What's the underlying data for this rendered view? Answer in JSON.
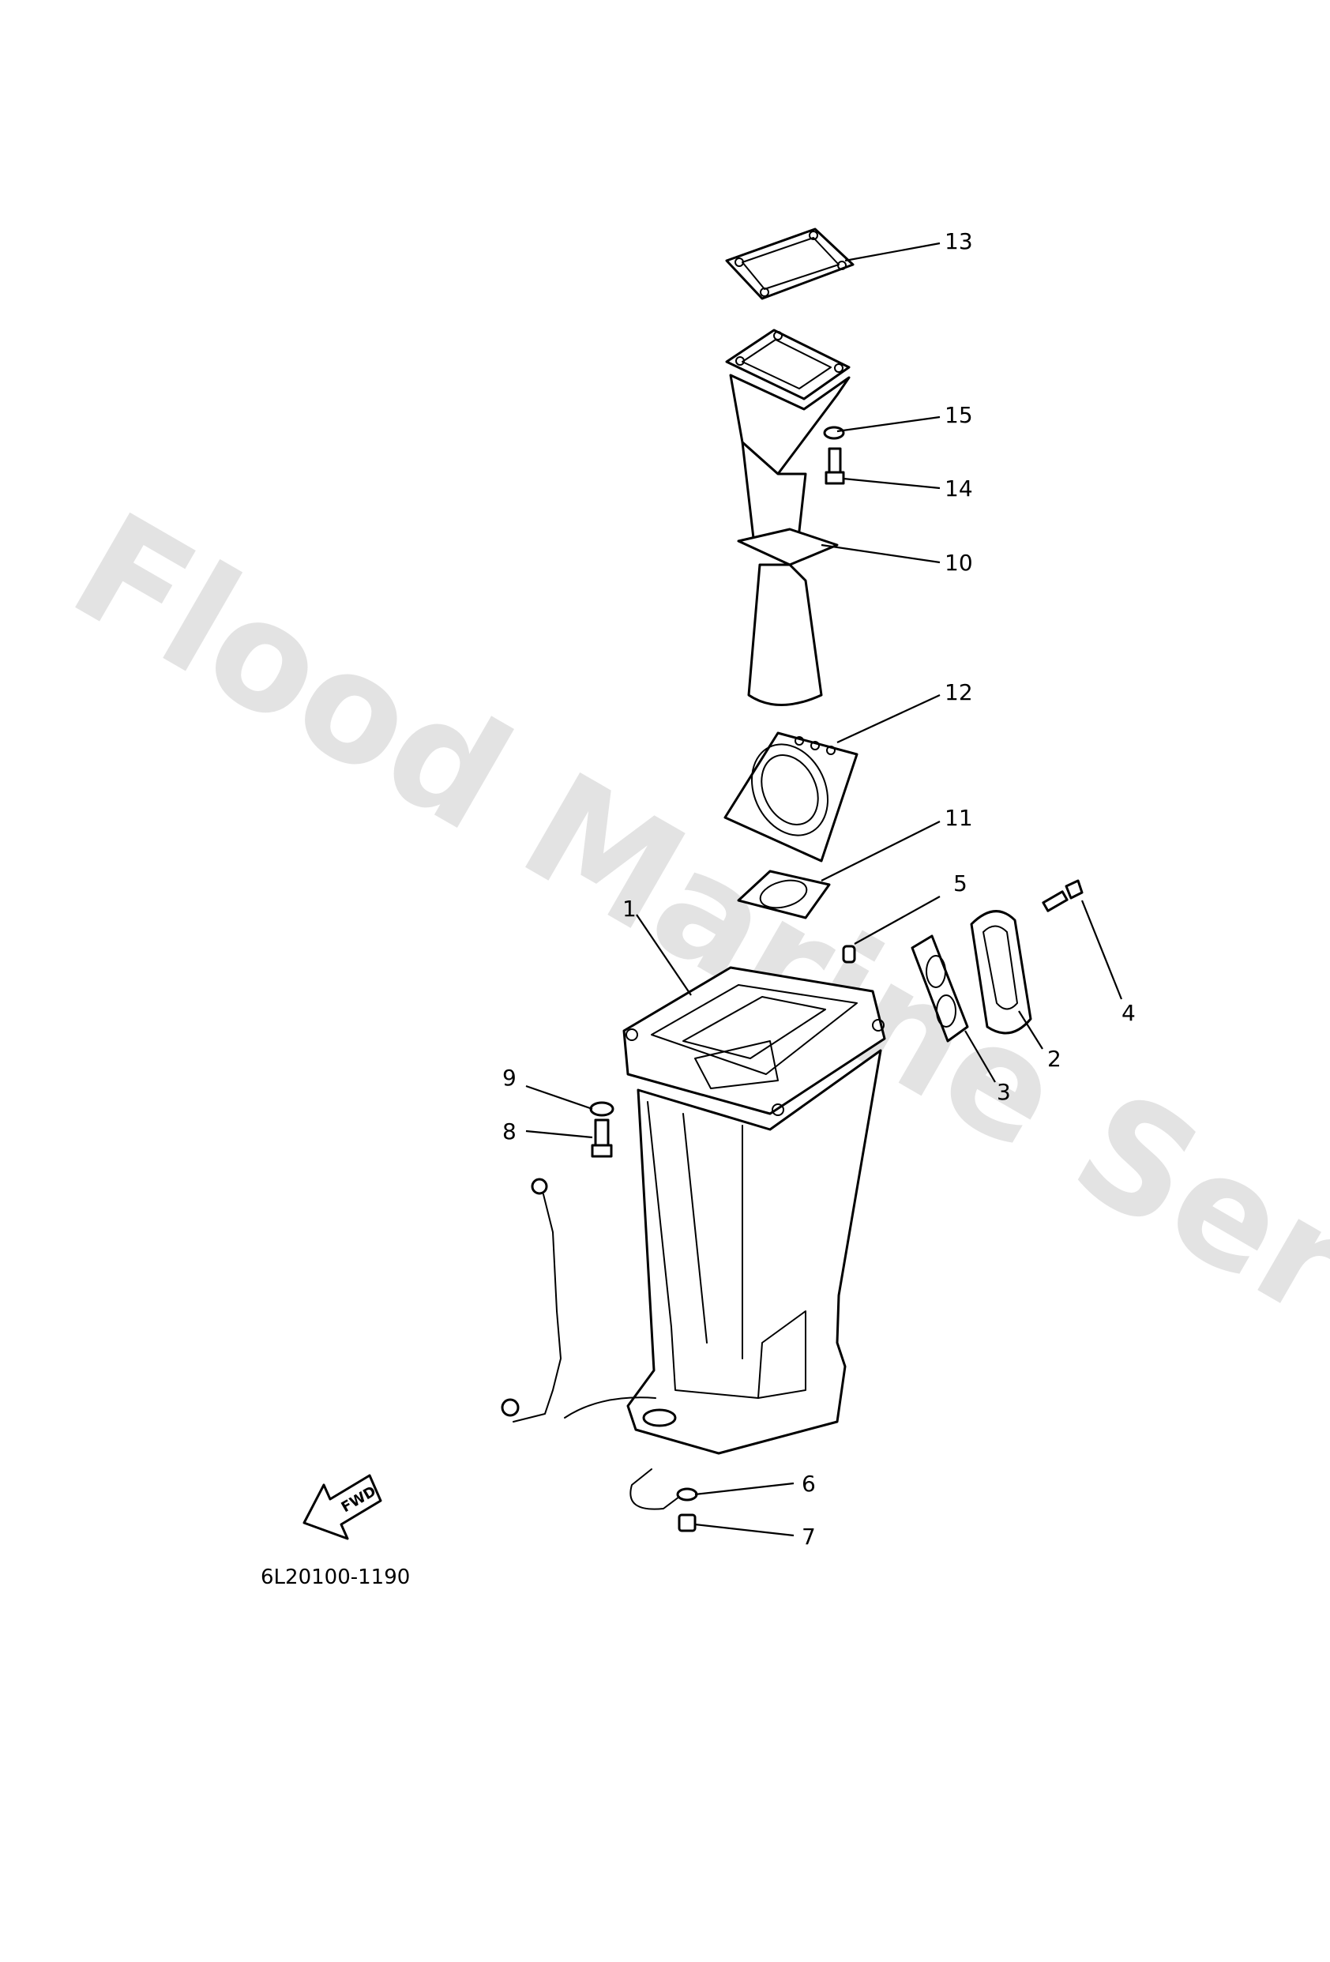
{
  "watermark": "Flood Marine Services",
  "diagram_code": "6L20100-1190",
  "fwd_label": "FWD",
  "callouts": [
    "1",
    "2",
    "3",
    "4",
    "5",
    "6",
    "7",
    "8",
    "9",
    "10",
    "11",
    "12",
    "13",
    "14",
    "15"
  ]
}
